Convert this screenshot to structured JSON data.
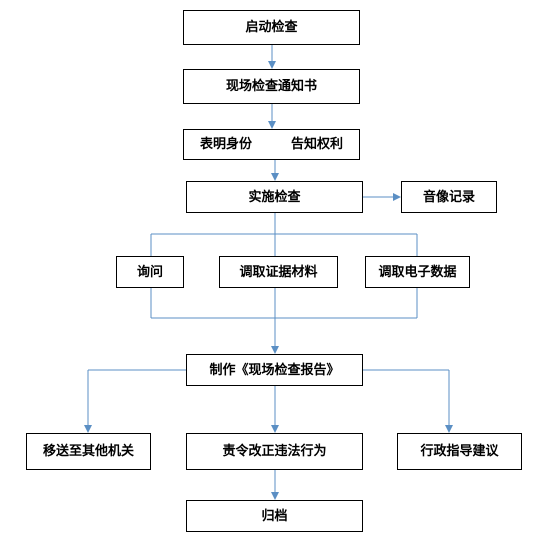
{
  "diagram": {
    "colors": {
      "connector": "#5b8fc4",
      "box_border": "#000000",
      "box_fill": "#ffffff",
      "text": "#000000"
    },
    "nodes": {
      "start": "启动检查",
      "notice": "现场检查通知书",
      "identify": "表明身份　　　告知权利",
      "implement": "实施检查",
      "av_record": "音像记录",
      "inquiry": "询问",
      "evidence": "调取证据材料",
      "electronic": "调取电子数据",
      "report": "制作《现场检查报告》",
      "transfer": "移送至其他机关",
      "correction": "责令改正违法行为",
      "guidance": "行政指导建议",
      "archive": "归档"
    }
  }
}
